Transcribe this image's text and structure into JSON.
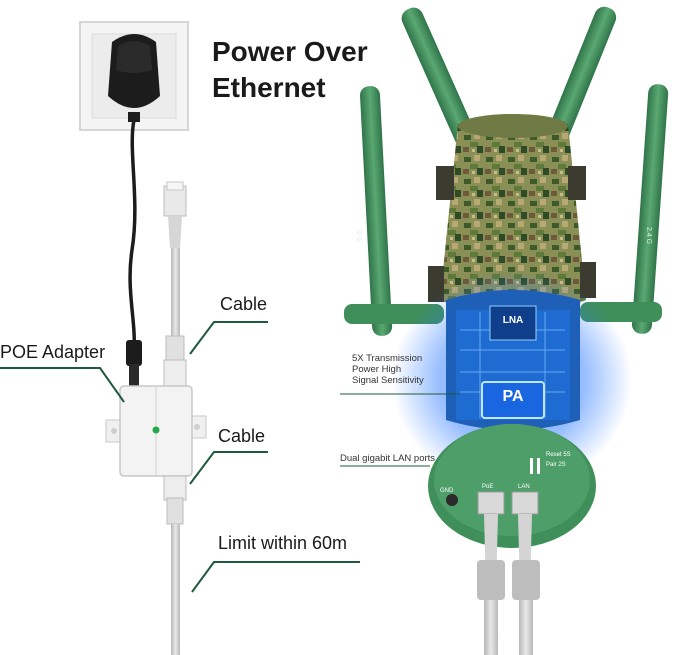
{
  "heading": {
    "line1": "Power Over",
    "line2": "Ethernet"
  },
  "labels": {
    "cable_top": "Cable",
    "poe_adapter": "POE Adapter",
    "cable_bottom": "Cable",
    "limit": "Limit within 60m"
  },
  "device_callouts": {
    "transmission_line1": "5X Transmission",
    "transmission_line2": "Power High",
    "transmission_line3": "Signal Sensitivity",
    "lan_ports": "Dual gigabit LAN ports"
  },
  "chips": {
    "lna": "LNA",
    "pa": "PA"
  },
  "device_print": {
    "antenna_5g": "5 G",
    "antenna_24g": "2.4 G",
    "port_poe": "PoE",
    "port_lan": "LAN",
    "gnd": "GND",
    "reset": "Reset 5S",
    "pair": "Pair 2S"
  },
  "colors": {
    "antenna_green": "#3f8f5a",
    "camo_base": "#8a8f55",
    "glow_blue": "#2d7bff",
    "pcb_blue": "#1e6fd6",
    "cable_gray": "#cfcfcf",
    "adapter_black": "#1c1c1c"
  }
}
